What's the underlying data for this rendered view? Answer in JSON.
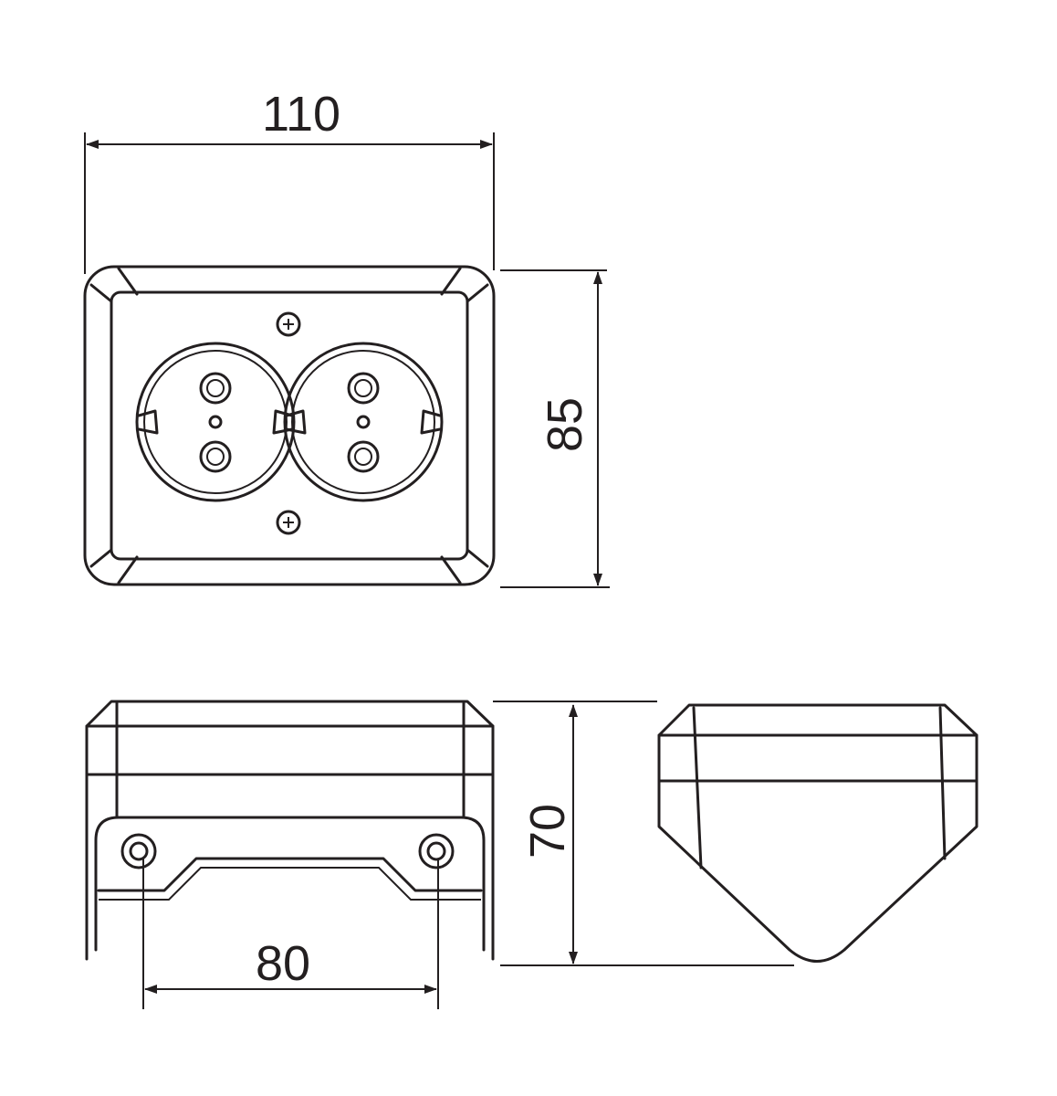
{
  "dimensions": {
    "width": "110",
    "height": "85",
    "depth": "70",
    "mount_spacing": "80"
  },
  "colors": {
    "line": "#231f20",
    "background": "#ffffff"
  }
}
